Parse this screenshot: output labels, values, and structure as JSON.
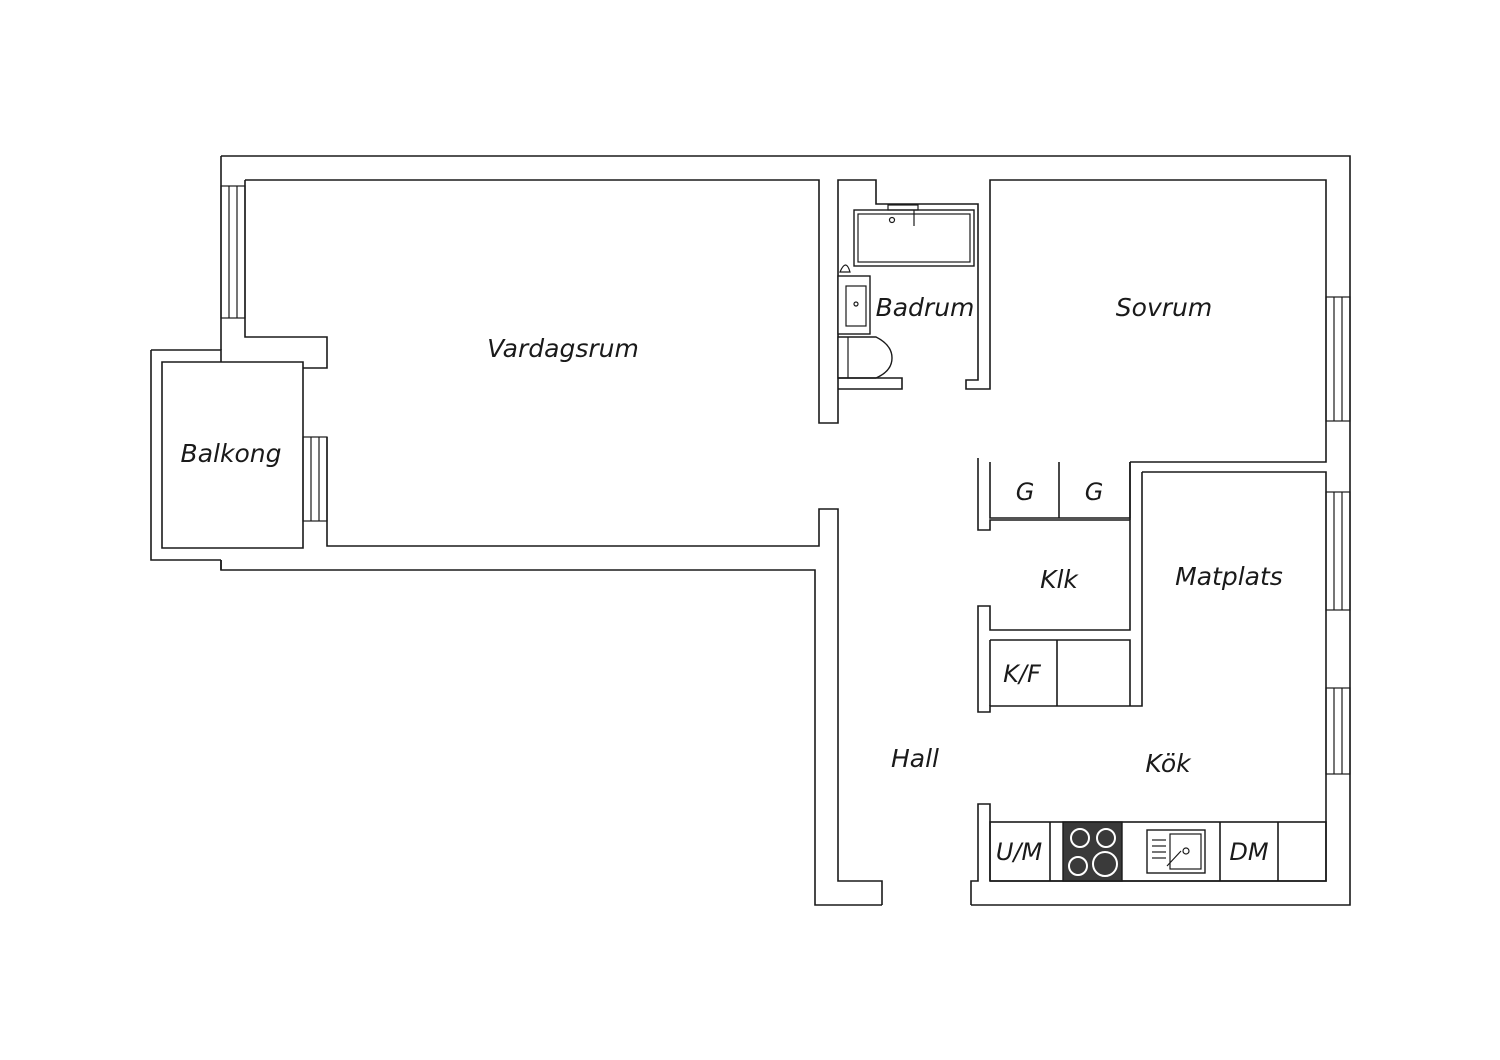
{
  "rooms": {
    "vardagsrum": "Vardagsrum",
    "badrum": "Badrum",
    "sovrum": "Sovrum",
    "balkong": "Balkong",
    "matplats": "Matplats",
    "klk": "Klk",
    "hall": "Hall",
    "kok": "Kök"
  },
  "fixtures": {
    "g1": "G",
    "g2": "G",
    "kf": "K/F",
    "um": "U/M",
    "dm": "DM"
  }
}
